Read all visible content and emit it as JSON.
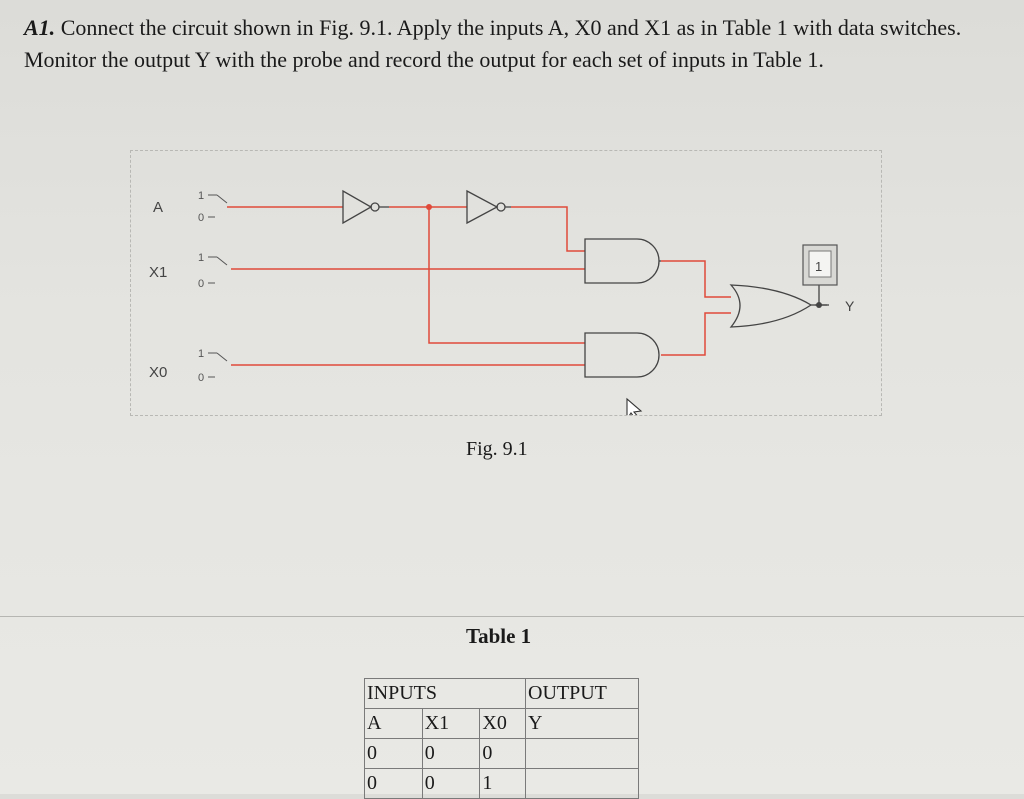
{
  "instruction": {
    "number": "A1.",
    "text": "Connect the circuit shown in Fig. 9.1. Apply the inputs A, X0 and X1 as in Table 1 with data switches. Monitor the output Y with the probe and record the output for each set of inputs in Table 1."
  },
  "circuit": {
    "inputs": [
      {
        "name": "A",
        "switch_high": "1",
        "switch_low": "0"
      },
      {
        "name": "X1",
        "switch_high": "1",
        "switch_low": "0"
      },
      {
        "name": "X0",
        "switch_high": "1",
        "switch_low": "0"
      }
    ],
    "probe_value": "1",
    "output_label": "Y",
    "wire_color": "#e04a3a",
    "gate_color": "#444444"
  },
  "figure_caption": "Fig. 9.1",
  "table": {
    "title": "Table 1",
    "group_headers": {
      "inputs": "INPUTS",
      "output": "OUTPUT"
    },
    "columns": [
      "A",
      "X1",
      "X0",
      "Y"
    ],
    "rows": [
      [
        "0",
        "0",
        "0",
        ""
      ],
      [
        "0",
        "0",
        "1",
        ""
      ]
    ]
  }
}
